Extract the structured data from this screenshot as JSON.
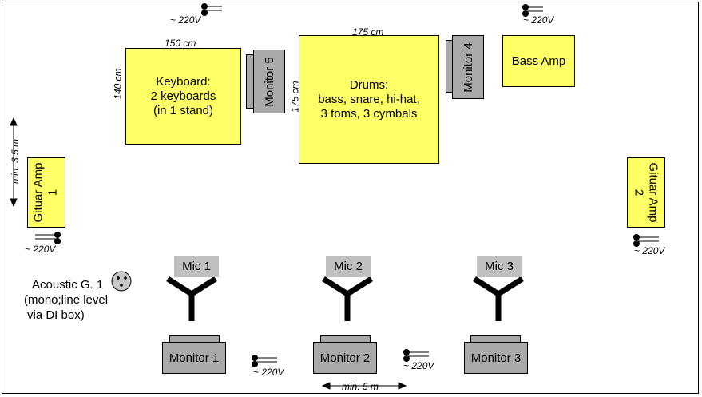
{
  "stage": {
    "keyboard": {
      "dim_top": "150 cm",
      "dim_side": "140 cm",
      "label": [
        "Keyboard:",
        "2 keyboards",
        "(in 1 stand)"
      ]
    },
    "drums": {
      "dim_top": "175 cm",
      "dim_side": "175 cm",
      "label": [
        "Drums:",
        "bass, snare, hi-hat,",
        "3 toms, 3 cymbals"
      ]
    },
    "bass_amp": "Bass Amp",
    "guitar_amp_1": [
      "Gituar Amp",
      "1"
    ],
    "guitar_amp_2": [
      "Gituar Amp",
      "2"
    ],
    "monitor_5": "Monitor 5",
    "monitor_4": "Monitor 4",
    "mics": [
      "Mic 1",
      "Mic 2",
      "Mic 3"
    ],
    "floor_monitors": [
      "Monitor 1",
      "Monitor 2",
      "Monitor 3"
    ],
    "acoustic": [
      "Acoustic G. 1",
      "(mono;line  level",
      "via DI box)"
    ],
    "min_depth": "min. 3.5 m",
    "min_width": "min. 5 m",
    "power_label": "~ 220V"
  },
  "colors": {
    "equipment": "#ffff66",
    "monitor": "#a9a9a9",
    "mic_label": "#c0c0c0"
  }
}
